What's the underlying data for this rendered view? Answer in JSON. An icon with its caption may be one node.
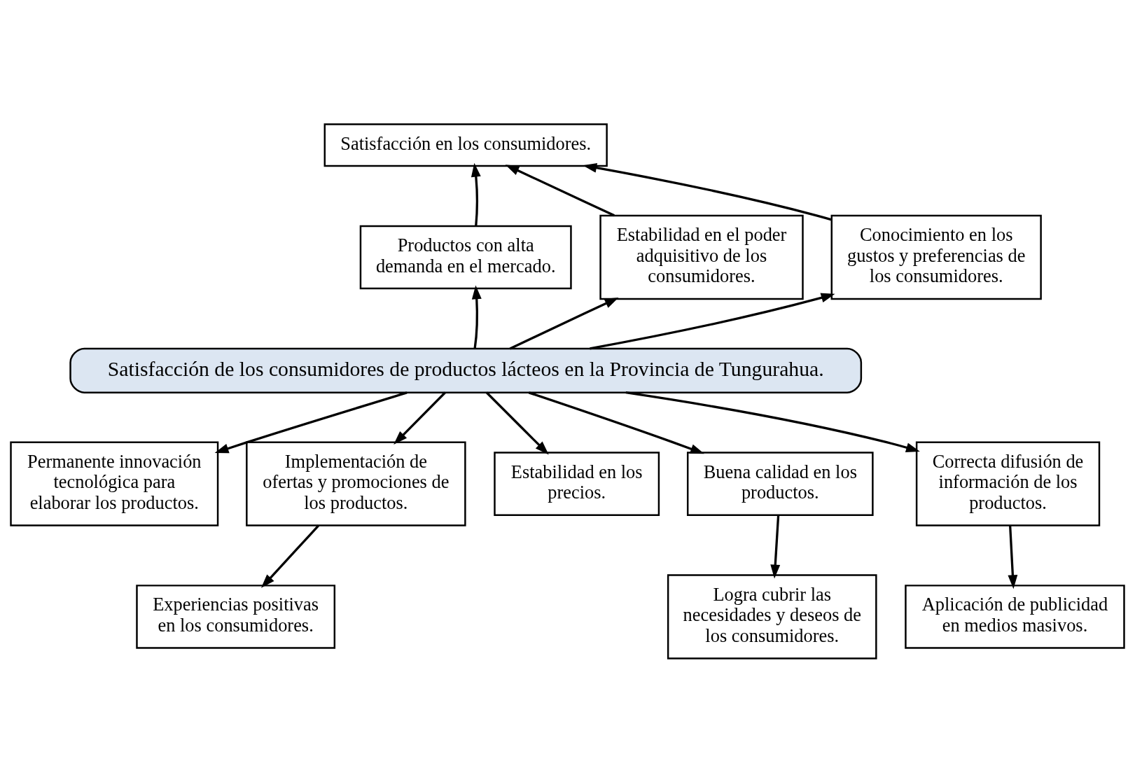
{
  "diagram": {
    "nodes": [
      {
        "text": [
          "Satisfacción en los consumidores."
        ]
      },
      {
        "text": [
          "Productos con alta demanda en el mercado."
        ]
      },
      {
        "text": [
          "Estabilidad en el poder adquisitivo de los consumidores."
        ]
      },
      {
        "text": [
          "Conocimiento en los gustos y preferencias de los consumidores."
        ]
      },
      {
        "text": [
          "Satisfacción de los consumidores de productos lácteos en la Provincia de Tungurahua."
        ]
      },
      {
        "text": [
          "Permanente innovación tecnológica para elaborar los productos."
        ]
      },
      {
        "text": [
          "Implementación de ofertas y promociones de los productos."
        ]
      },
      {
        "text": [
          "Estabilidad en los precios."
        ]
      },
      {
        "text": [
          "Buena calidad en los productos."
        ]
      },
      {
        "text": [
          "Correcta difusión de información de los productos."
        ]
      },
      {
        "text": [
          "Experiencias positivas en los consumidores."
        ]
      },
      {
        "text": [
          "Logra cubrir las necesidades y deseos de los consumidores."
        ]
      },
      {
        "text": [
          "Aplicación de publicidad en medios masivos."
        ]
      }
    ],
    "edges": [
      {
        "from": 1,
        "to": 0,
        "arrow": "to"
      },
      {
        "from": 2,
        "to": 0,
        "arrow": "to"
      },
      {
        "from": 3,
        "to": 0,
        "arrow": "to"
      },
      {
        "from": 4,
        "to": 1,
        "arrow": "to"
      },
      {
        "from": 4,
        "to": 2,
        "arrow": "to"
      },
      {
        "from": 4,
        "to": 3,
        "arrow": "to"
      },
      {
        "from": 4,
        "to": 5,
        "arrow": "to"
      },
      {
        "from": 4,
        "to": 6,
        "arrow": "to"
      },
      {
        "from": 4,
        "to": 7,
        "arrow": "to"
      },
      {
        "from": 4,
        "to": 8,
        "arrow": "to"
      },
      {
        "from": 4,
        "to": 9,
        "arrow": "to"
      },
      {
        "from": 6,
        "to": 10,
        "arrow": "to"
      },
      {
        "from": 8,
        "to": 11,
        "arrow": "to"
      },
      {
        "from": 9,
        "to": 12,
        "arrow": "to"
      }
    ]
  }
}
